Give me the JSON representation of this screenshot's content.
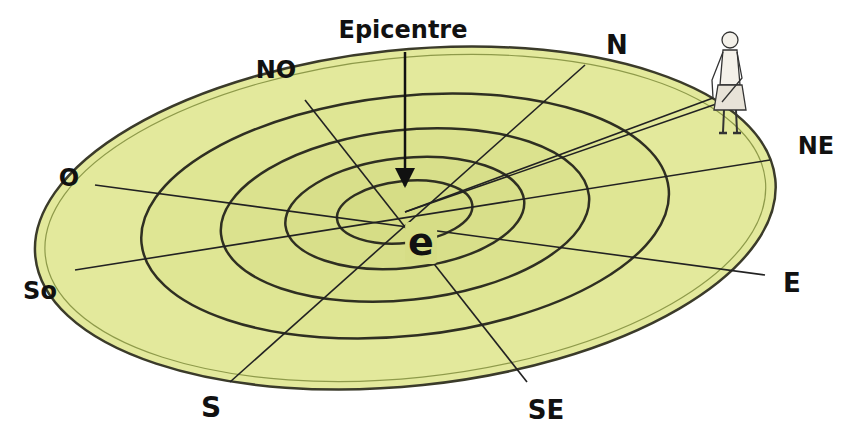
{
  "diagram": {
    "labels": [
      "Epicentre",
      "NO",
      "N",
      "NE",
      "O",
      "E",
      "So",
      "S",
      "SE",
      "e"
    ]
  }
}
